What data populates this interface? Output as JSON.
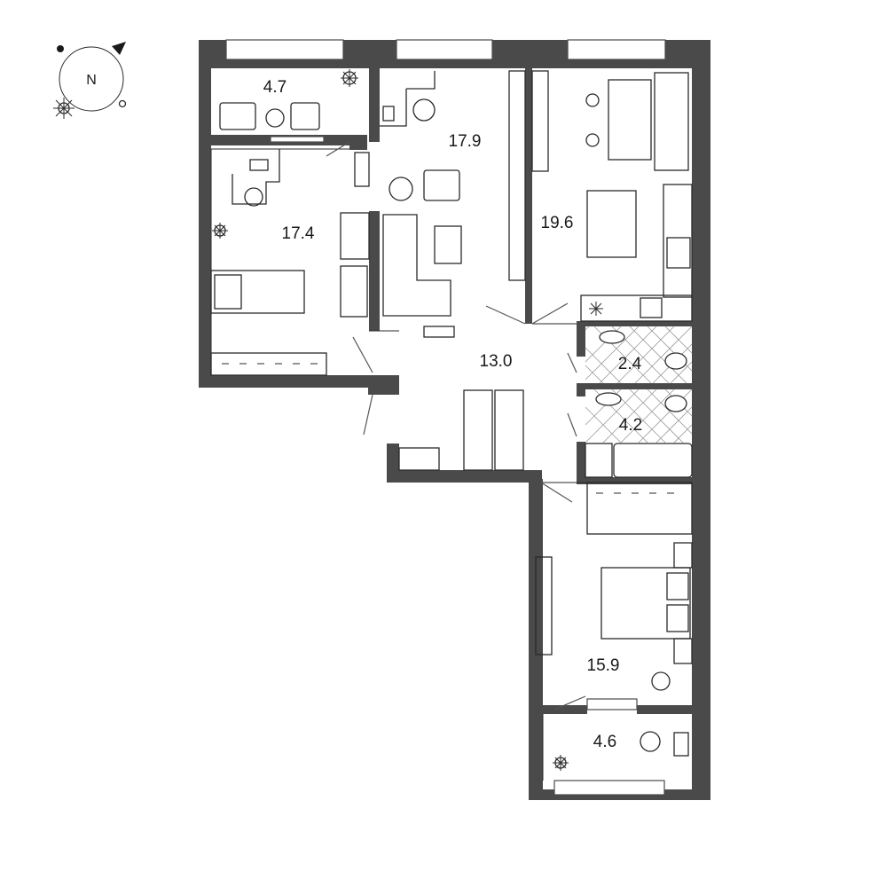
{
  "compass": {
    "letter": "N"
  },
  "rooms": [
    {
      "id": "balcony-north-west",
      "area": "4.7"
    },
    {
      "id": "bedroom-west",
      "area": "17.4"
    },
    {
      "id": "living-room",
      "area": "17.9"
    },
    {
      "id": "kitchen",
      "area": "19.6"
    },
    {
      "id": "hallway",
      "area": "13.0"
    },
    {
      "id": "toilet",
      "area": "2.4"
    },
    {
      "id": "bathroom",
      "area": "4.2"
    },
    {
      "id": "bedroom-south",
      "area": "15.9"
    },
    {
      "id": "balcony-south",
      "area": "4.6"
    }
  ]
}
